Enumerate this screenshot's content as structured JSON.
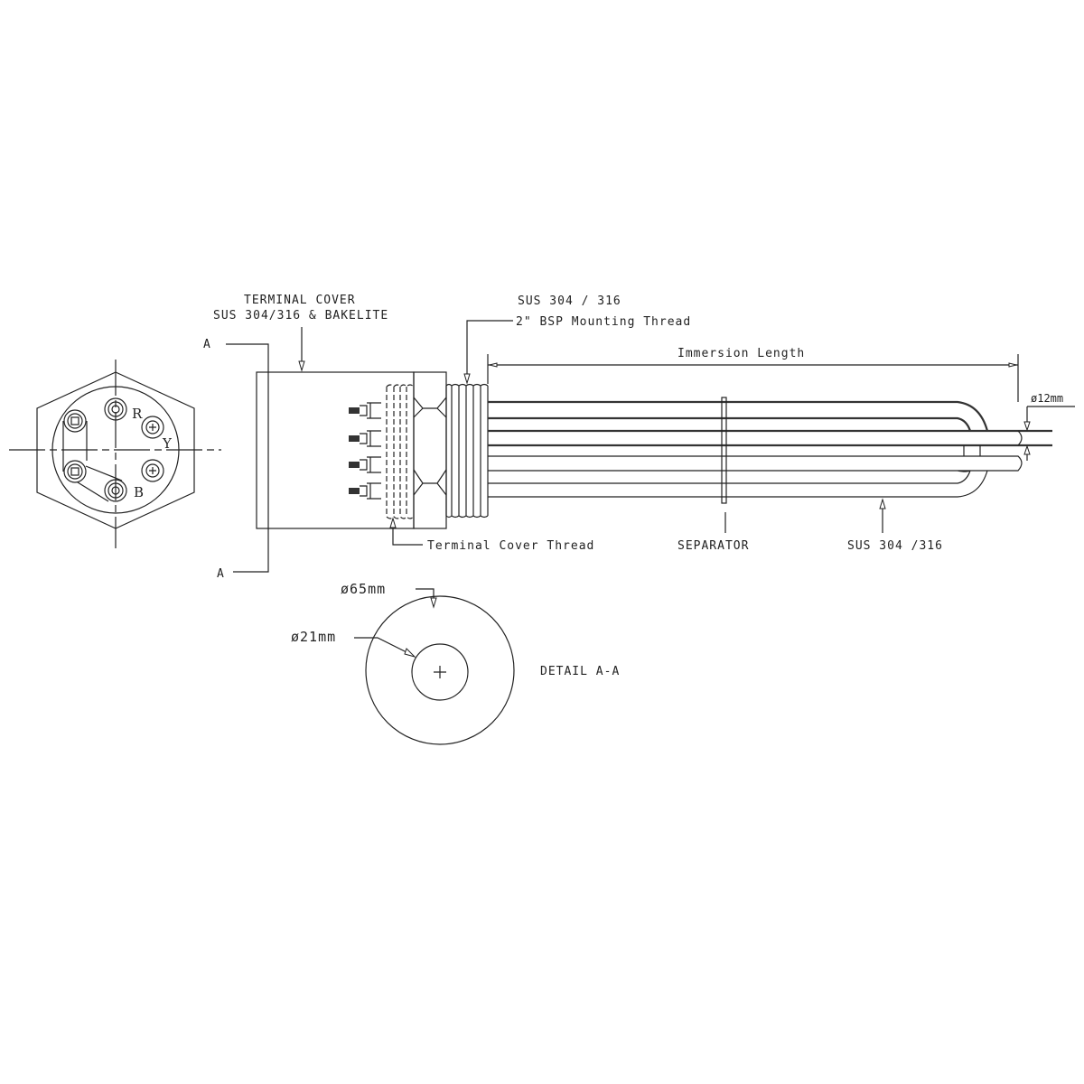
{
  "title": "Flange immersion heater drawing",
  "end_view": {
    "terminal_labels": {
      "r": "R",
      "y": "Y",
      "b": "B"
    }
  },
  "section_marks": {
    "top": "A",
    "bottom": "A"
  },
  "labels": {
    "terminal_cover_line1": "TERMINAL COVER",
    "terminal_cover_line2": "SUS 304/316 & BAKELITE",
    "flange_material": "SUS 304 / 316",
    "mounting_thread": "2\" BSP Mounting Thread",
    "immersion_length": "Immersion Length",
    "tube_diameter": "ø12mm",
    "terminal_cover_thread": "Terminal Cover Thread",
    "separator": "SEPARATOR",
    "tube_material": "SUS 304 /316"
  },
  "detail": {
    "outer_diameter": "ø65mm",
    "inner_diameter": "ø21mm",
    "title": "DETAIL A-A"
  }
}
